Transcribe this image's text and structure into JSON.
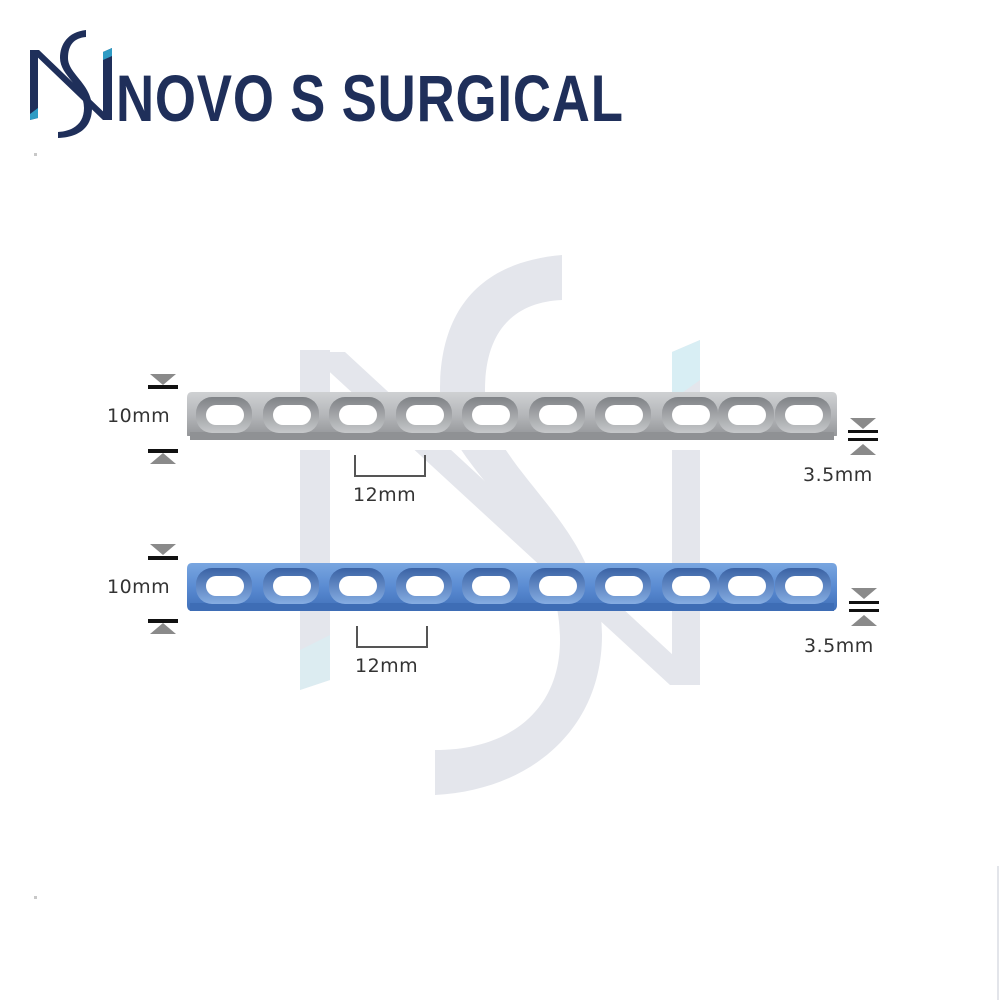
{
  "brand": {
    "name": "NOVO S SURGICAL",
    "icon": "ns-monogram-logo",
    "colors": {
      "navy": "#1f2f5a",
      "accent": "#2f9bc4"
    }
  },
  "watermark": {
    "icon": "ns-monogram-watermark",
    "color": "#e4e6ec"
  },
  "plates": [
    {
      "finish": "stainless steel (silver)",
      "color": "#b9bbbe",
      "hole_count": 10,
      "width_label": "10mm",
      "spacing_label": "12mm",
      "thickness_label": "3.5mm"
    },
    {
      "finish": "titanium (blue anodized)",
      "color": "#5b8fd4",
      "hole_count": 10,
      "width_label": "10mm",
      "spacing_label": "12mm",
      "thickness_label": "3.5mm"
    }
  ]
}
